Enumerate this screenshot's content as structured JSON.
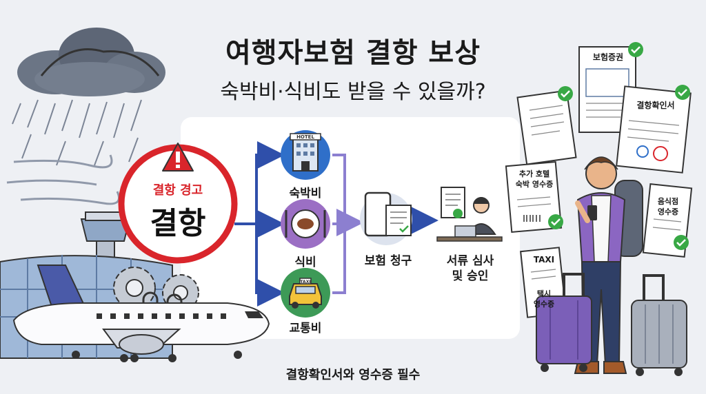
{
  "header": {
    "title": "여행자보험 결항 보상",
    "subtitle": "숙박비·식비도 받을 수 있을까?"
  },
  "warning": {
    "small": "결항 경고",
    "big": "결항"
  },
  "branches": {
    "lodging": {
      "label": "숙박비",
      "sign": "HOTEL"
    },
    "meal": {
      "label": "식비"
    },
    "transport": {
      "label": "교통비",
      "sign": "TAXI"
    }
  },
  "steps": {
    "claim": "보험 청구",
    "review_line1": "서류 심사",
    "review_line2": "및 승인"
  },
  "documents": {
    "policy": "보험증권",
    "cancel_cert": "결항확인서",
    "hotel_receipt_line1": "추가 호텔",
    "hotel_receipt_line2": "숙박 영수증",
    "meal_receipt_line1": "음식점",
    "meal_receipt_line2": "영수증",
    "taxi_head": "TAXI",
    "taxi_line1": "택시",
    "taxi_line2": "영수증"
  },
  "footer": "결항확인서와 영수증 필수",
  "colors": {
    "warning_red": "#d9252b",
    "flow_blue": "#2f4faa",
    "lodging_blue": "#2f6fc9",
    "meal_purple": "#9b6fc4",
    "transport_green": "#3d9a57",
    "check_green": "#38a845",
    "panel_white": "#ffffff"
  }
}
